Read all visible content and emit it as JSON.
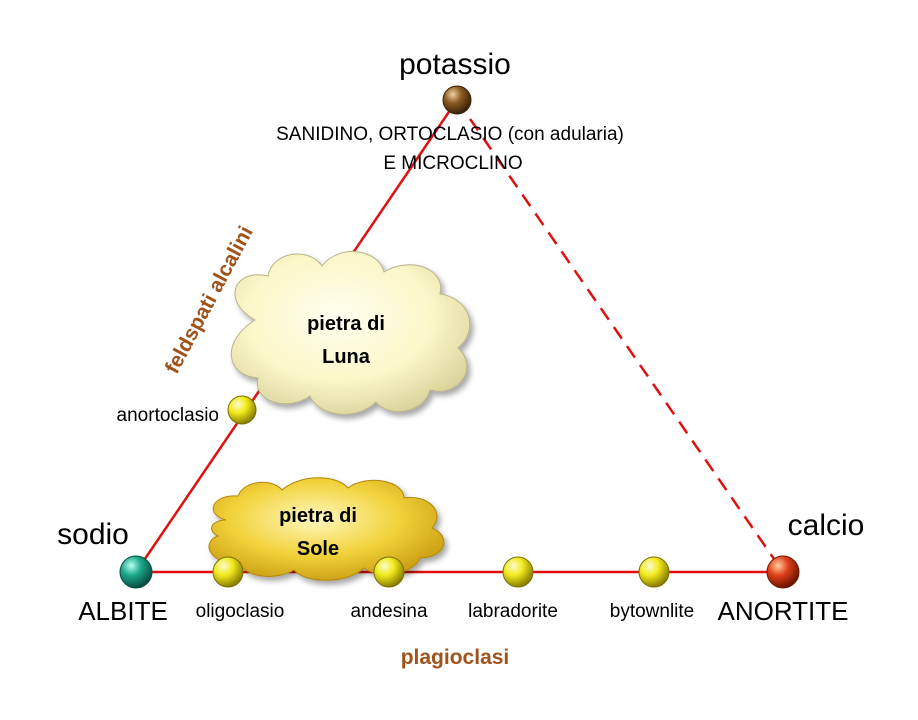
{
  "vertices": {
    "top": {
      "element": "potassio",
      "text_line1": "SANIDINO, ORTOCLASIO (con adularia)",
      "text_line2": "E MICROCLINO",
      "color": "#8a5a22"
    },
    "left": {
      "element": "sodio",
      "mineral": "ALBITE",
      "color": "#1aa889"
    },
    "right": {
      "element": "calcio",
      "mineral": "ANORTITE",
      "color": "#e0401a"
    }
  },
  "side_labels": {
    "alkali": "feldspati alcalini",
    "plagioclase": "plagioclasi"
  },
  "left_side_minerals": [
    "anortoclasio"
  ],
  "plagioclase_series": [
    "oligoclasio",
    "andesina",
    "labradorite",
    "bytownlite"
  ],
  "clouds": {
    "moon": {
      "line1": "pietra di",
      "line2": "Luna",
      "color": "#fbf7c8"
    },
    "sun": {
      "line1": "pietra di",
      "line2": "Sole",
      "color": "#f2d23a"
    }
  },
  "colors": {
    "edge": "#e01010",
    "node": "#e8e010",
    "label_accent": "#a0521a"
  }
}
